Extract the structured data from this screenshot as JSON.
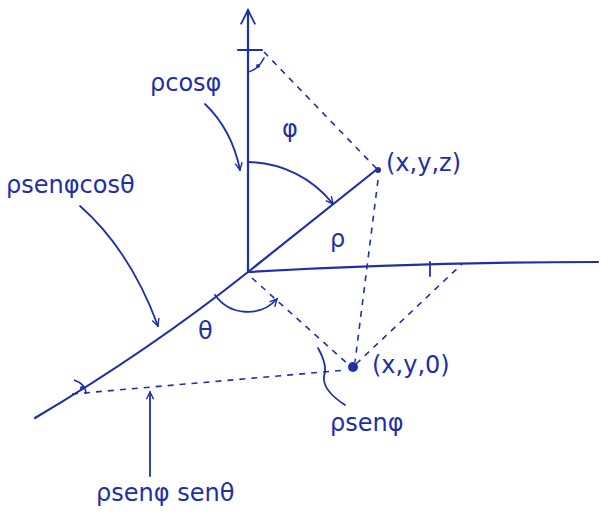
{
  "diagram": {
    "labels": [
      "ρcosφ",
      "φ",
      "(x,y,z)",
      "ρsenφcosθ",
      "ρ",
      "θ",
      "(x,y,0)",
      "ρsenφ",
      "ρsenφ senθ"
    ]
  }
}
